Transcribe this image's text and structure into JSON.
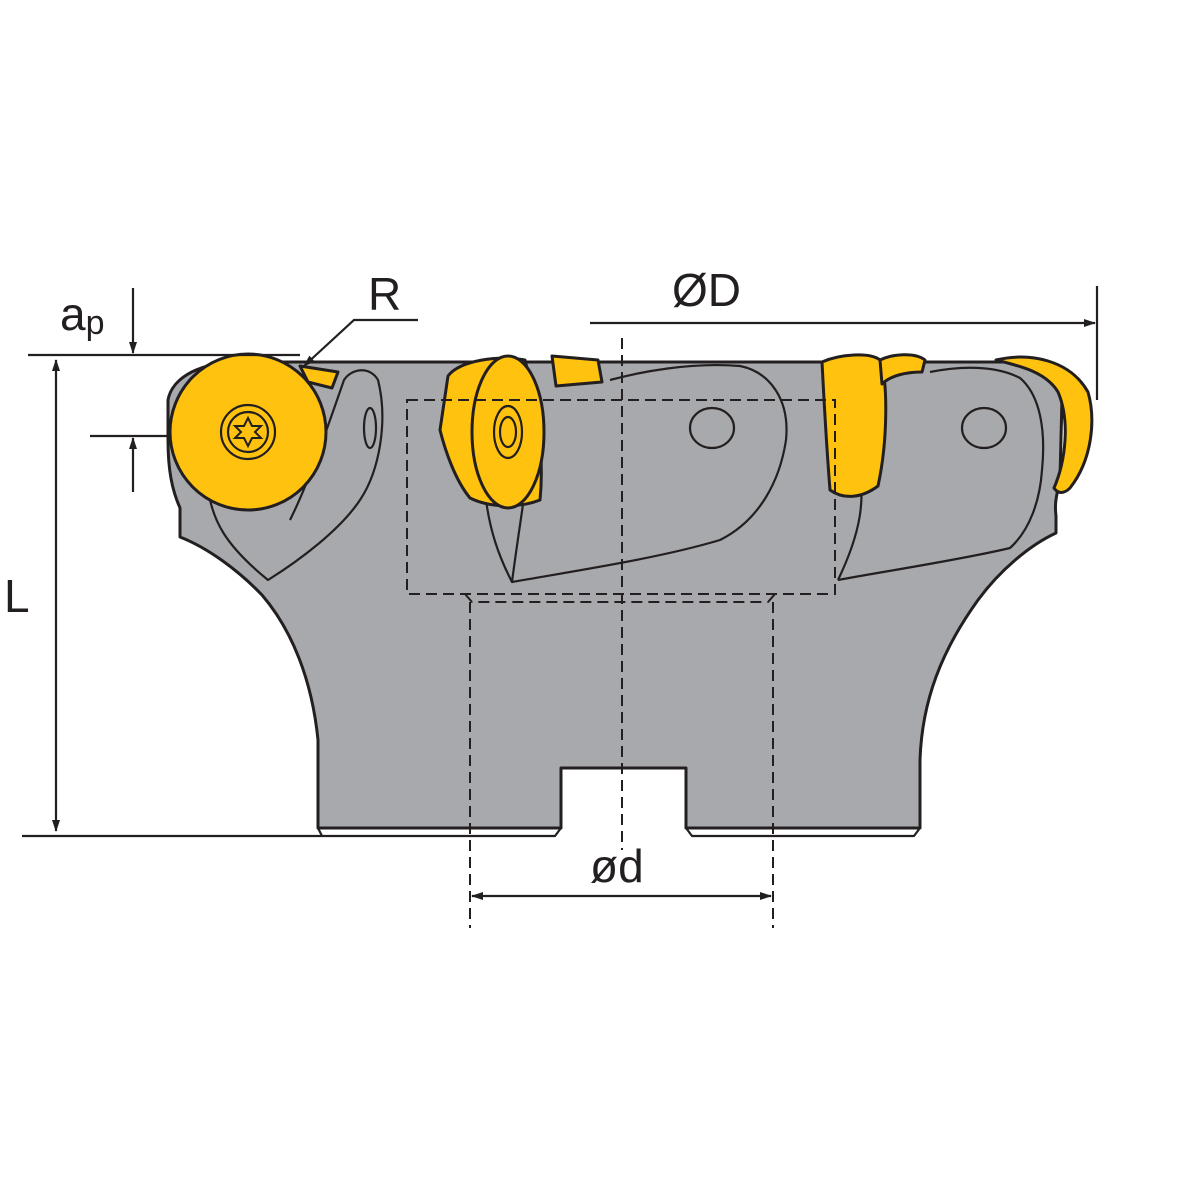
{
  "diagram": {
    "labels": {
      "ap_main": "a",
      "ap_sub": "p",
      "radius": "R",
      "outer_diameter": "ØD",
      "length": "L",
      "bore_diameter": "ød"
    }
  },
  "colors": {
    "body": "#a7a9ac",
    "insert": "#ffc20e",
    "line": "#231f20",
    "background": "#ffffff"
  }
}
